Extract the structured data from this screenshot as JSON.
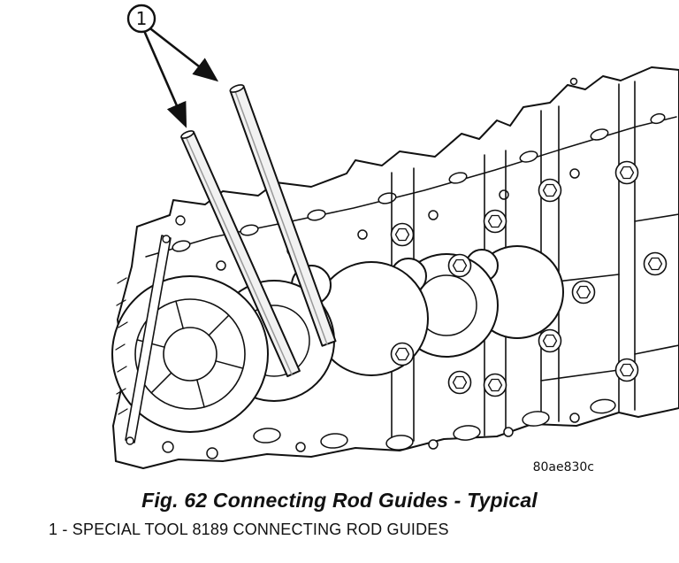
{
  "figure": {
    "callout_label": "1",
    "drawing_code": "80ae830c",
    "caption": "Fig. 62 Connecting Rod Guides - Typical",
    "legend": "1 - SPECIAL TOOL 8189 CONNECTING ROD GUIDES"
  }
}
